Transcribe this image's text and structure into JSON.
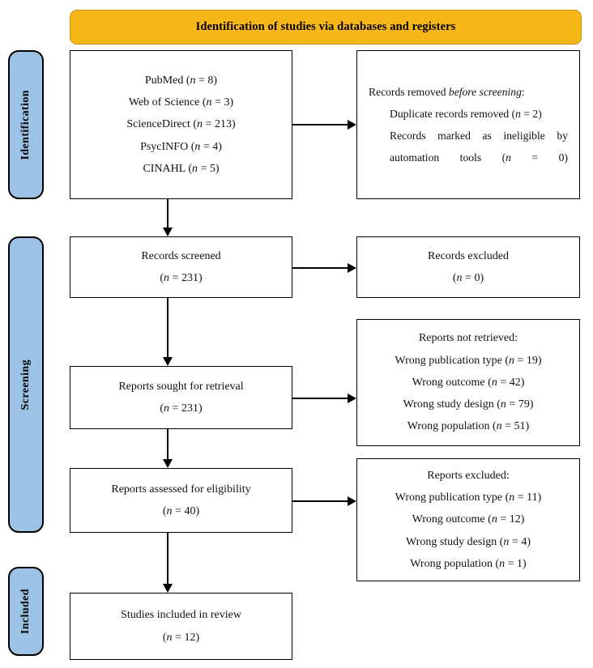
{
  "banner": {
    "title": "Identification of studies via databases and registers"
  },
  "phases": {
    "identification": "Identification",
    "screening": "Screening",
    "included": "Included"
  },
  "boxes": {
    "sources": {
      "name": "records-identified-box",
      "lines": [
        {
          "label": "PubMed",
          "n": "8",
          "text": "PubMed (n = 8)"
        },
        {
          "label": "Web of Science",
          "n": "3",
          "text": "Web of Science (n = 3)"
        },
        {
          "label": "ScienceDirect",
          "n": "213",
          "text": "ScienceDirect (n = 213)"
        },
        {
          "label": "PsycINFO",
          "n": "4",
          "text": "PsycINFO (n = 4)"
        },
        {
          "label": "CINAHL",
          "n": "5",
          "text": "CINAHL (n = 5)"
        }
      ]
    },
    "removed": {
      "heading_plain": "Records removed ",
      "heading_italic": "before screening",
      "heading_colon": ":",
      "item1_pre": "Duplicate records removed (",
      "item1_n": "n",
      "item1_post": " = 2)",
      "item2_pre": "Records marked as ineligible by automation tools (",
      "item2_n": "n",
      "item2_post": " = 0)"
    },
    "screened": {
      "title": "Records screened",
      "count": "(n = 231)",
      "n_value": "231"
    },
    "excluded1": {
      "title": "Records excluded",
      "count": "(n = 0)",
      "n_value": "0"
    },
    "sought": {
      "title": "Reports sought for retrieval",
      "count": "(n = 231)",
      "n_value": "231"
    },
    "not_retrieved": {
      "title": "Reports not retrieved:",
      "reasons": [
        {
          "label": "Wrong publication type",
          "n": "19",
          "text": "Wrong publication type (n = 19)"
        },
        {
          "label": "Wrong outcome",
          "n": "42",
          "text": "Wrong outcome (n = 42)"
        },
        {
          "label": "Wrong study design",
          "n": "79",
          "text": "Wrong study design (n = 79)"
        },
        {
          "label": "Wrong population",
          "n": "51",
          "text": "Wrong population (n = 51)"
        }
      ]
    },
    "assessed": {
      "title": "Reports assessed for eligibility",
      "count": "(n = 40)",
      "n_value": "40"
    },
    "excluded2": {
      "title": "Reports excluded:",
      "reasons": [
        {
          "label": "Wrong publication type",
          "n": "11",
          "text": "Wrong publication type (n = 11)"
        },
        {
          "label": "Wrong outcome",
          "n": "12",
          "text": "Wrong outcome (n = 12)"
        },
        {
          "label": "Wrong study design",
          "n": "4",
          "text": "Wrong study design (n = 4)"
        },
        {
          "label": "Wrong population",
          "n": "1",
          "text": "Wrong population (n = 1)"
        }
      ]
    },
    "included": {
      "title": "Studies included in review",
      "count": "(n = 12)",
      "n_value": "12"
    }
  },
  "colors": {
    "banner_fill": "#F7B718",
    "phase_fill": "#9CC3E5",
    "box_border": "#000000",
    "box_fill": "#FFFFFF",
    "text": "#111111"
  }
}
